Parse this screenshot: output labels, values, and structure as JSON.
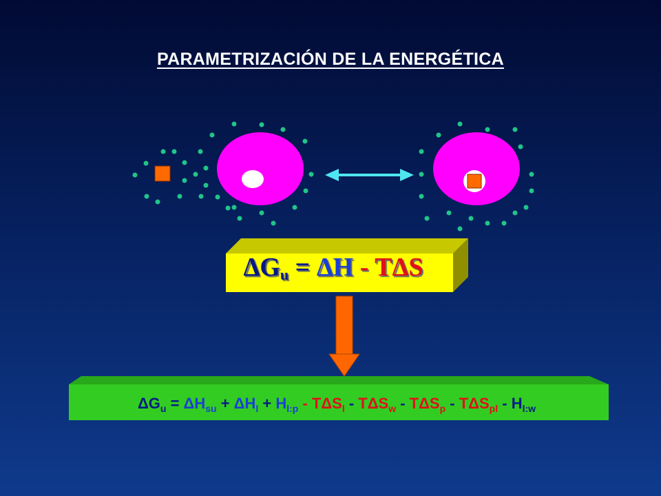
{
  "title": "PARAMETRIZACIÓN DE LA ENERGÉTICA",
  "colors": {
    "particle": "#21c48a",
    "cell": "#ff00ff",
    "ligand": "#ff6a00",
    "arrow": "#4fe6f0",
    "equation_box": "#ffff00",
    "band": "#33cc22",
    "down_arrow": "#ff6600"
  },
  "main_equation": {
    "dG": "ΔG",
    "dG_sub": "u",
    "eq": "=",
    "dH": "ΔH",
    "minus_TdS": "- TΔS"
  },
  "expanded_equation": {
    "dG": "ΔG",
    "dG_sub": "u",
    "eq": " = ",
    "dH": "ΔH",
    "dH_su_sub": "su",
    "plus1": " + ",
    "dH_l": "ΔH",
    "dH_l_sub": "l",
    "plus2": " + ",
    "H_lp": "H",
    "H_lp_sub": "l:p",
    "minus1": " - ",
    "TdS_l": "TΔS",
    "TdS_l_sub": "l",
    "minus2": " - ",
    "TdS_w": "TΔS",
    "TdS_w_sub": "w",
    "minus3": " - ",
    "TdS_p": "TΔS",
    "TdS_p_sub": "p",
    "minus4": " - ",
    "TdS_pl": "TΔS",
    "TdS_pl_sub": "pl",
    "minus5": " - ",
    "H_lw": "H",
    "H_lw_sub": "l:w"
  }
}
